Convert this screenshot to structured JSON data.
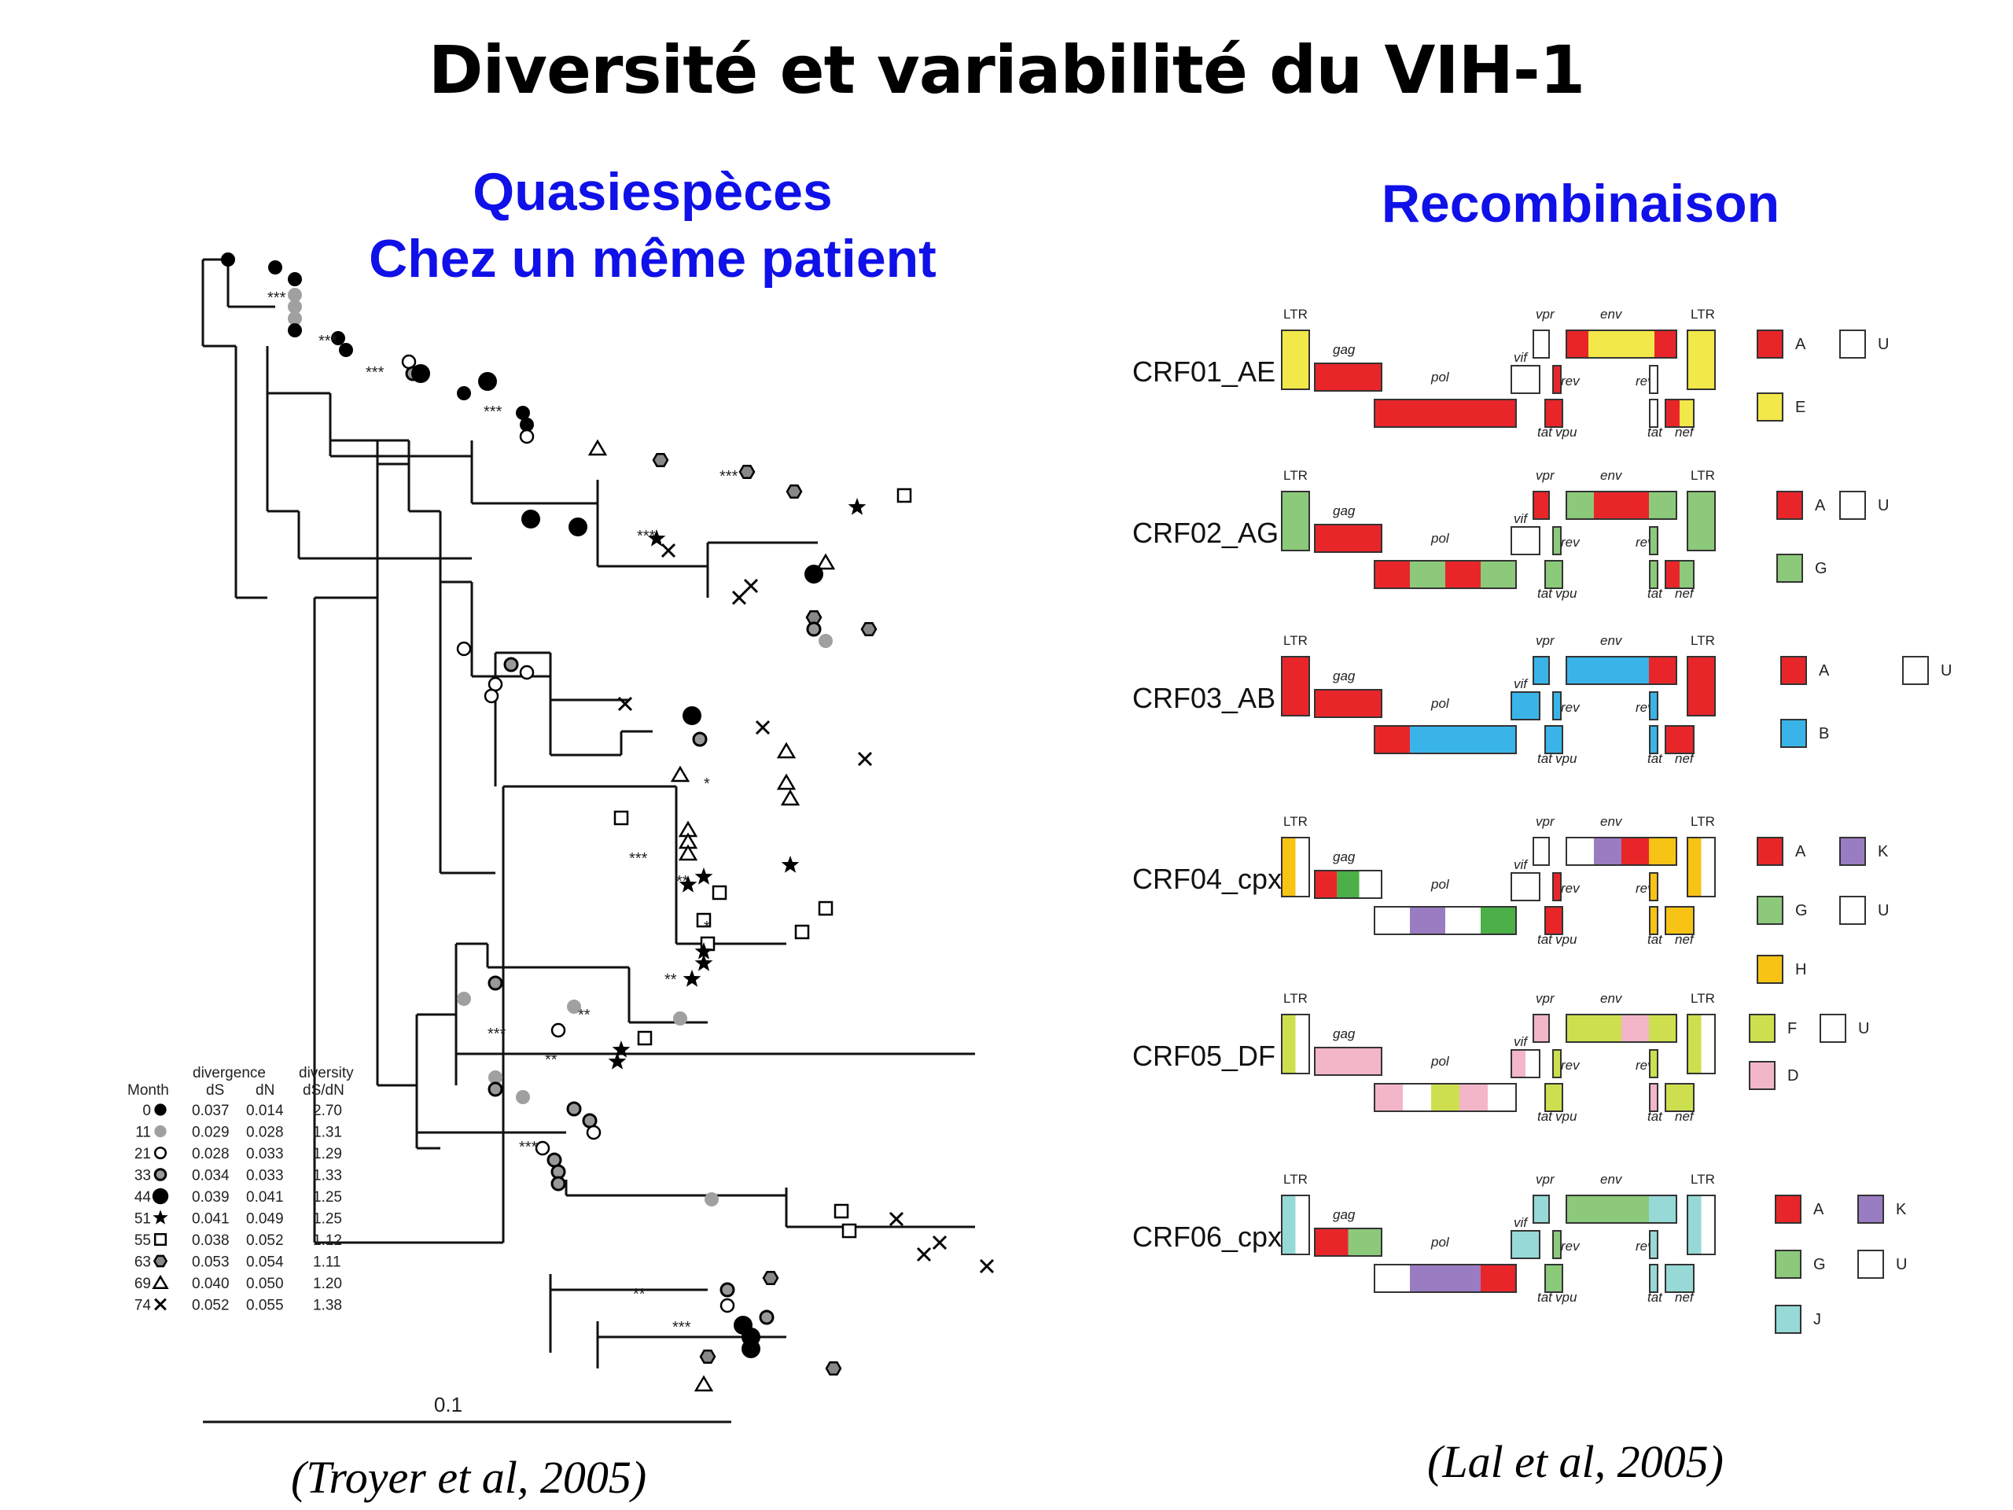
{
  "slide_title": "Diversité et variabilité du VIH-1",
  "left": {
    "heading_line1": "Quasiespèces",
    "heading_line2": "Chez un même patient",
    "scale_label": "0.1",
    "citation": "(Troyer et al, 2005)",
    "support_labels": [
      "***",
      "***",
      "***",
      "***",
      "***",
      "***",
      "**",
      "***",
      "**",
      "***",
      "**",
      "*",
      "**",
      "**",
      "***",
      "***",
      "*"
    ],
    "legend": {
      "group_divergence": "divergence",
      "group_diversity": "diversity",
      "col_month": "Month",
      "col_ds": "dS",
      "col_dn": "dN",
      "col_ratio": "dS/dN",
      "rows": [
        {
          "month": "0",
          "symbol": "filled-circle-small",
          "ds": "0.037",
          "dn": "0.014",
          "ratio": "2.70"
        },
        {
          "month": "11",
          "symbol": "gray-circle",
          "ds": "0.029",
          "dn": "0.028",
          "ratio": "1.31"
        },
        {
          "month": "21",
          "symbol": "open-circle",
          "ds": "0.028",
          "dn": "0.033",
          "ratio": "1.29"
        },
        {
          "month": "33",
          "symbol": "dot-circle",
          "ds": "0.034",
          "dn": "0.033",
          "ratio": "1.33"
        },
        {
          "month": "44",
          "symbol": "filled-circle-large",
          "ds": "0.039",
          "dn": "0.041",
          "ratio": "1.25"
        },
        {
          "month": "51",
          "symbol": "star",
          "ds": "0.041",
          "dn": "0.049",
          "ratio": "1.25"
        },
        {
          "month": "55",
          "symbol": "open-square",
          "ds": "0.038",
          "dn": "0.052",
          "ratio": "1.12"
        },
        {
          "month": "63",
          "symbol": "hexagon",
          "ds": "0.053",
          "dn": "0.054",
          "ratio": "1.11"
        },
        {
          "month": "69",
          "symbol": "triangle",
          "ds": "0.040",
          "dn": "0.050",
          "ratio": "1.20"
        },
        {
          "month": "74",
          "symbol": "cross",
          "ds": "0.052",
          "dn": "0.055",
          "ratio": "1.38"
        }
      ]
    }
  },
  "right": {
    "heading": "Recombinaison",
    "citation": "(Lal et al, 2005)",
    "gene_labels": {
      "ltr": "LTR",
      "gag": "gag",
      "pol": "pol",
      "vif": "vif",
      "vpr": "vpr",
      "env": "env",
      "rev": "rev",
      "tat": "tat",
      "vpu": "vpu",
      "nef": "nef"
    },
    "colors": {
      "A": "#e8262a",
      "E": "#f2e84a",
      "G": "#8cc97a",
      "B": "#3ab4e8",
      "K": "#9a7cc2",
      "H": "#f7c315",
      "F": "#cddf4e",
      "D": "#f2b6c8",
      "J": "#96d9d6",
      "U": "#ffffff",
      "G4": "#4caf47"
    },
    "crfs": [
      {
        "name": "CRF01_AE",
        "legend": [
          "A",
          "U",
          "E"
        ]
      },
      {
        "name": "CRF02_AG",
        "legend": [
          "A",
          "U",
          "G"
        ]
      },
      {
        "name": "CRF03_AB",
        "legend": [
          "A",
          "U",
          "B"
        ]
      },
      {
        "name": "CRF04_cpx",
        "legend": [
          "A",
          "K",
          "G",
          "U",
          "H"
        ]
      },
      {
        "name": "CRF05_DF",
        "legend": [
          "F",
          "U",
          "D"
        ]
      },
      {
        "name": "CRF06_cpx",
        "legend": [
          "A",
          "K",
          "G",
          "U",
          "J"
        ]
      }
    ]
  }
}
